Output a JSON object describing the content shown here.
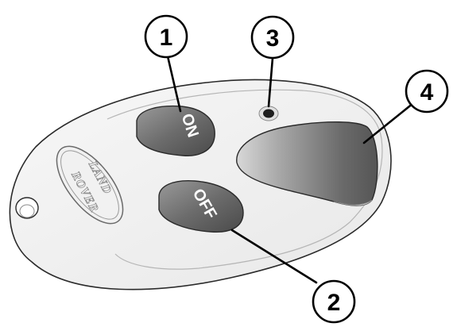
{
  "callouts": [
    {
      "number": "1"
    },
    {
      "number": "2"
    },
    {
      "number": "3"
    },
    {
      "number": "4"
    }
  ],
  "buttons": {
    "on_label": "ON",
    "off_label": "OFF"
  },
  "logo": {
    "line1": "LAND",
    "line2": "ROVER"
  }
}
